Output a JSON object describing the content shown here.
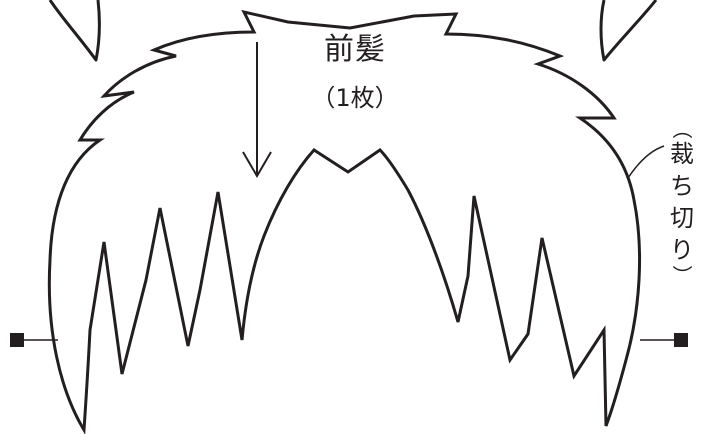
{
  "labels": {
    "part_name": "前髪",
    "part_count": "（1枚）",
    "cut_note_open": "（",
    "cut_note_glyphs": [
      "裁",
      "ち",
      "切",
      "り"
    ],
    "cut_note_close": "）"
  },
  "colors": {
    "line": "#231f20",
    "background": "#ffffff"
  }
}
